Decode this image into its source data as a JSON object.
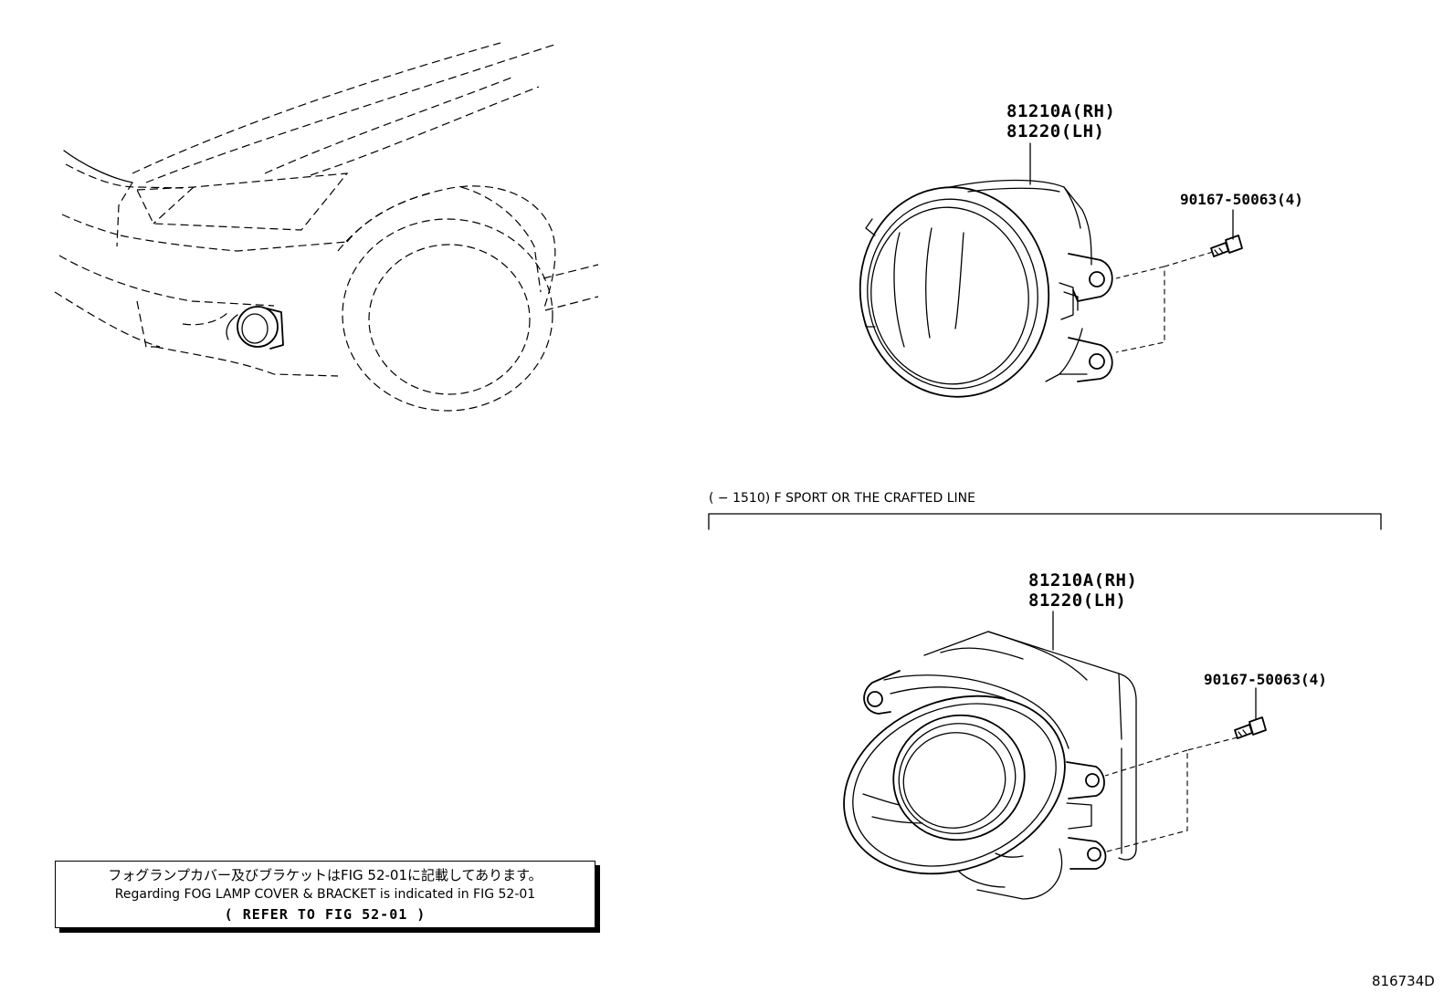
{
  "callouts": {
    "upper_lamp": {
      "part_rh": "81210A(RH)",
      "part_lh": "81220(LH)"
    },
    "upper_screw": {
      "part": "90167-50063(4)"
    },
    "lower_lamp": {
      "part_rh": "81210A(RH)",
      "part_lh": "81220(LH)"
    },
    "lower_screw": {
      "part": "90167-50063(4)"
    }
  },
  "condition": {
    "label": "(      − 1510) F SPORT OR THE CRAFTED LINE"
  },
  "note": {
    "japanese": "フォグランプカバー及びブラケットはFIG 52-01に記載してあります。",
    "english": "Regarding FOG LAMP COVER & BRACKET is indicated in FIG 52-01",
    "reference": "(  REFER TO FIG 52-01  )"
  },
  "figure": {
    "id": "816734D"
  }
}
